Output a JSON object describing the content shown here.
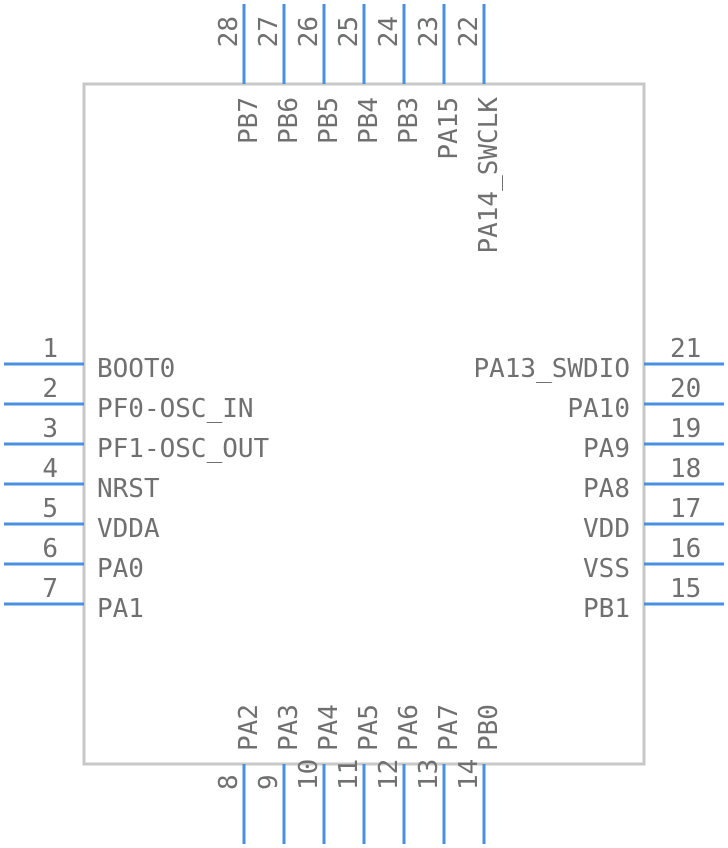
{
  "left_pins": [
    {
      "number": "1",
      "name": "BOOT0"
    },
    {
      "number": "2",
      "name": "PF0-OSC_IN"
    },
    {
      "number": "3",
      "name": "PF1-OSC_OUT"
    },
    {
      "number": "4",
      "name": "NRST"
    },
    {
      "number": "5",
      "name": "VDDA"
    },
    {
      "number": "6",
      "name": "PA0"
    },
    {
      "number": "7",
      "name": "PA1"
    }
  ],
  "right_pins": [
    {
      "number": "21",
      "name": "PA13_SWDIO"
    },
    {
      "number": "20",
      "name": "PA10"
    },
    {
      "number": "19",
      "name": "PA9"
    },
    {
      "number": "18",
      "name": "PA8"
    },
    {
      "number": "17",
      "name": "VDD"
    },
    {
      "number": "16",
      "name": "VSS"
    },
    {
      "number": "15",
      "name": "PB1"
    }
  ],
  "top_pins": [
    {
      "number": "28",
      "name": "PB7"
    },
    {
      "number": "27",
      "name": "PB6"
    },
    {
      "number": "26",
      "name": "PB5"
    },
    {
      "number": "25",
      "name": "PB4"
    },
    {
      "number": "24",
      "name": "PB3"
    },
    {
      "number": "23",
      "name": "PA15"
    },
    {
      "number": "22",
      "name": "PA14_SWCLK"
    }
  ],
  "bottom_pins": [
    {
      "number": "8",
      "name": "PA2"
    },
    {
      "number": "9",
      "name": "PA3"
    },
    {
      "number": "10",
      "name": "PA4"
    },
    {
      "number": "11",
      "name": "PA5"
    },
    {
      "number": "12",
      "name": "PA6"
    },
    {
      "number": "13",
      "name": "PA7"
    },
    {
      "number": "14",
      "name": "PB0"
    }
  ],
  "colors": {
    "pin": "#4a90e2",
    "body_outline": "#c8c8c8",
    "text": "#707070"
  }
}
